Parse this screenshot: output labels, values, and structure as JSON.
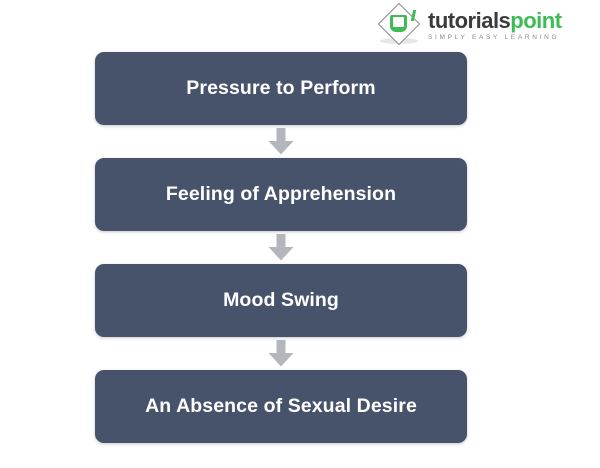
{
  "page": {
    "background_color": "#ffffff",
    "title": "Flowchart"
  },
  "brand": {
    "name": "tutorialspoint",
    "name_part1": "tutorials",
    "name_part2": "point",
    "tagline": "SIMPLY EASY LEARNING",
    "logo_icon": "tutorialspoint-diamond-book-logo",
    "color_dark": "#3b3b3b",
    "color_green": "#3ebb55",
    "color_tagline": "#8a8a8a"
  },
  "flowchart": {
    "type": "vertical-flow",
    "node_color": "#47536b",
    "node_text_color": "#ffffff",
    "arrow_color": "#b3b7bd",
    "arrow_icon": "arrow-down-icon",
    "nodes": [
      {
        "label": "Pressure to Perform"
      },
      {
        "label": "Feeling of Apprehension"
      },
      {
        "label": "Mood Swing"
      },
      {
        "label": "An Absence of Sexual Desire"
      }
    ]
  }
}
